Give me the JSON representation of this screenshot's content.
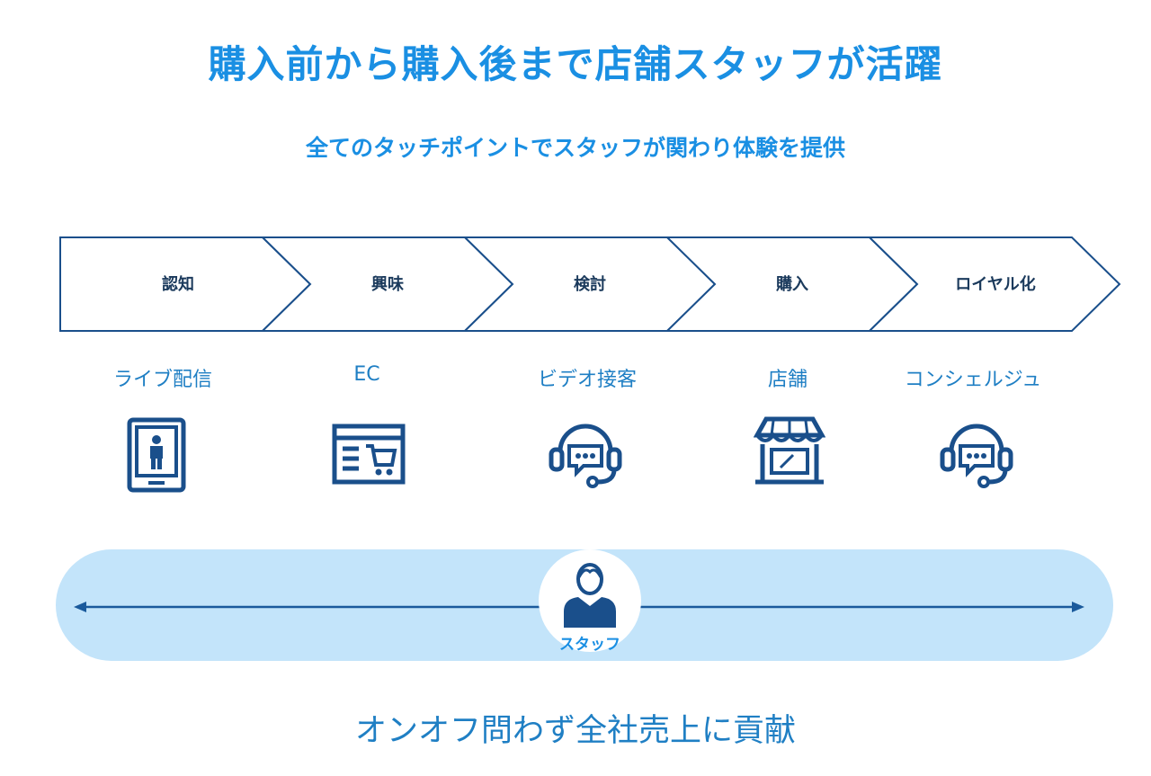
{
  "title": "購入前から購入後まで店舗スタッフが活躍",
  "subtitle": "全てのタッチポイントでスタッフが関わり体験を提供",
  "stages": [
    "認知",
    "興味",
    "検討",
    "購入",
    "ロイヤル化"
  ],
  "channels": [
    {
      "label": "ライブ配信",
      "icon": "smartphone-person-icon"
    },
    {
      "label": "EC",
      "icon": "ec-cart-screen-icon"
    },
    {
      "label": "ビデオ接客",
      "icon": "headset-chat-icon"
    },
    {
      "label": "店舗",
      "icon": "storefront-icon"
    },
    {
      "label": "コンシェルジュ",
      "icon": "headset-chat-icon"
    }
  ],
  "staff": {
    "label": "スタッフ",
    "icon": "staff-person-icon"
  },
  "footer": "オンオフ問わず全社売上に貢献",
  "colors": {
    "heading": "#1a8fe3",
    "icon": "#1a4f8b",
    "band": "#c3e4fa",
    "stage_text": "#1b3a5c"
  }
}
